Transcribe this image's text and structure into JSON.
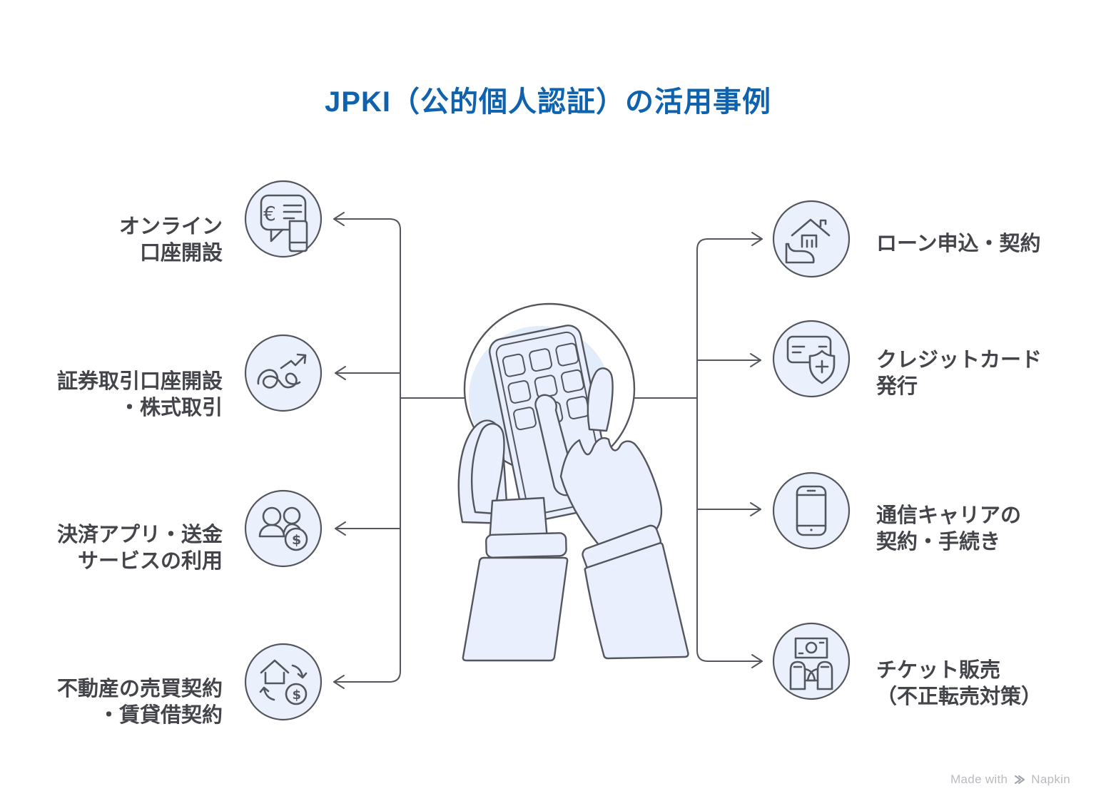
{
  "title": {
    "text": "JPKI（公的個人認証）の活用事例"
  },
  "left_items": [
    {
      "label": "オンライン\n口座開設",
      "icon": "chat-euro-phone-icon"
    },
    {
      "label": "証券取引口座開設\n・株式取引",
      "icon": "stock-growth-icon"
    },
    {
      "label": "決済アプリ・送金\nサービスの利用",
      "icon": "users-payment-icon"
    },
    {
      "label": "不動産の売買契約\n・賃貸借契約",
      "icon": "house-exchange-icon"
    }
  ],
  "right_items": [
    {
      "label": "ローン申込・契約",
      "icon": "house-loan-icon"
    },
    {
      "label": "クレジットカード\n発行",
      "icon": "credit-card-shield-icon"
    },
    {
      "label": "通信キャリアの\n契約・手続き",
      "icon": "smartphone-icon"
    },
    {
      "label": "チケット販売\n（不正転売対策）",
      "icon": "ticket-gate-icon"
    }
  ],
  "center": {
    "illustration": "hands-using-smartphone"
  },
  "footer": {
    "made_with": "Made with",
    "brand": "Napkin"
  },
  "colors": {
    "title_blue": "#0E62AE",
    "label_text": "#43454A",
    "line_gray": "#54565E",
    "icon_circle_fill": "#EAF0FC",
    "illustration_fill": "#E9EFFC",
    "inner_blob_fill": "#E3ECFA",
    "footer_text": "#B8BBC0"
  }
}
